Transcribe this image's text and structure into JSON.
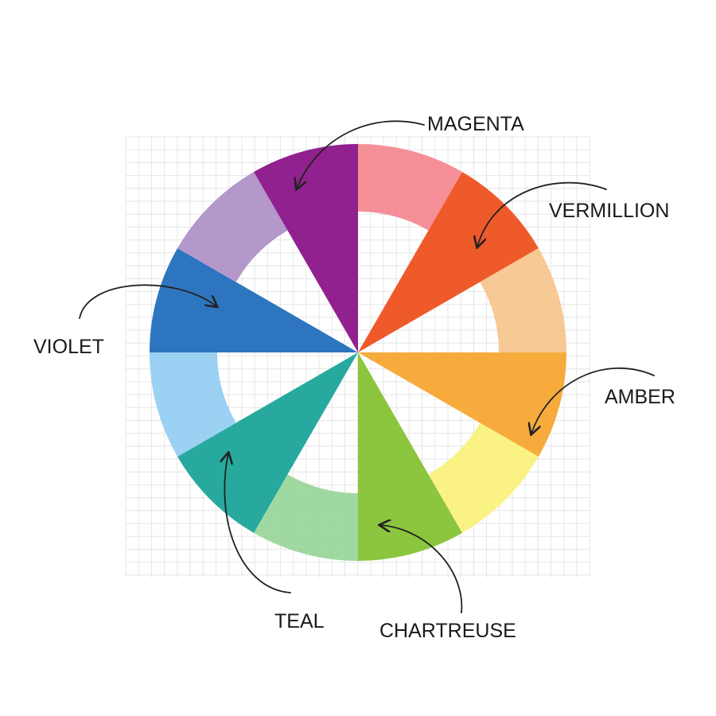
{
  "wheel": {
    "segments": [
      {
        "color": "#f4878f",
        "type": "ring"
      },
      {
        "color": "#ef5a2a",
        "type": "wedge"
      },
      {
        "color": "#f6c48c",
        "type": "ring"
      },
      {
        "color": "#f6ab3c",
        "type": "wedge"
      },
      {
        "color": "#faf27a",
        "type": "ring"
      },
      {
        "color": "#8cc63f",
        "type": "wedge"
      },
      {
        "color": "#98d59a",
        "type": "ring"
      },
      {
        "color": "#27a99e",
        "type": "wedge"
      },
      {
        "color": "#93cdf1",
        "type": "ring"
      },
      {
        "color": "#2e75bf",
        "type": "wedge"
      },
      {
        "color": "#ae8fc5",
        "type": "ring"
      },
      {
        "color": "#91218f",
        "type": "wedge"
      }
    ]
  },
  "labels": {
    "magenta": "MAGENTA",
    "vermillion": "VERMILLION",
    "amber": "AMBER",
    "chartreuse": "CHARTREUSE",
    "teal": "TEAL",
    "violet": "VIOLET"
  },
  "grid_color": "#e6e6e6",
  "arrow_color": "#222222"
}
